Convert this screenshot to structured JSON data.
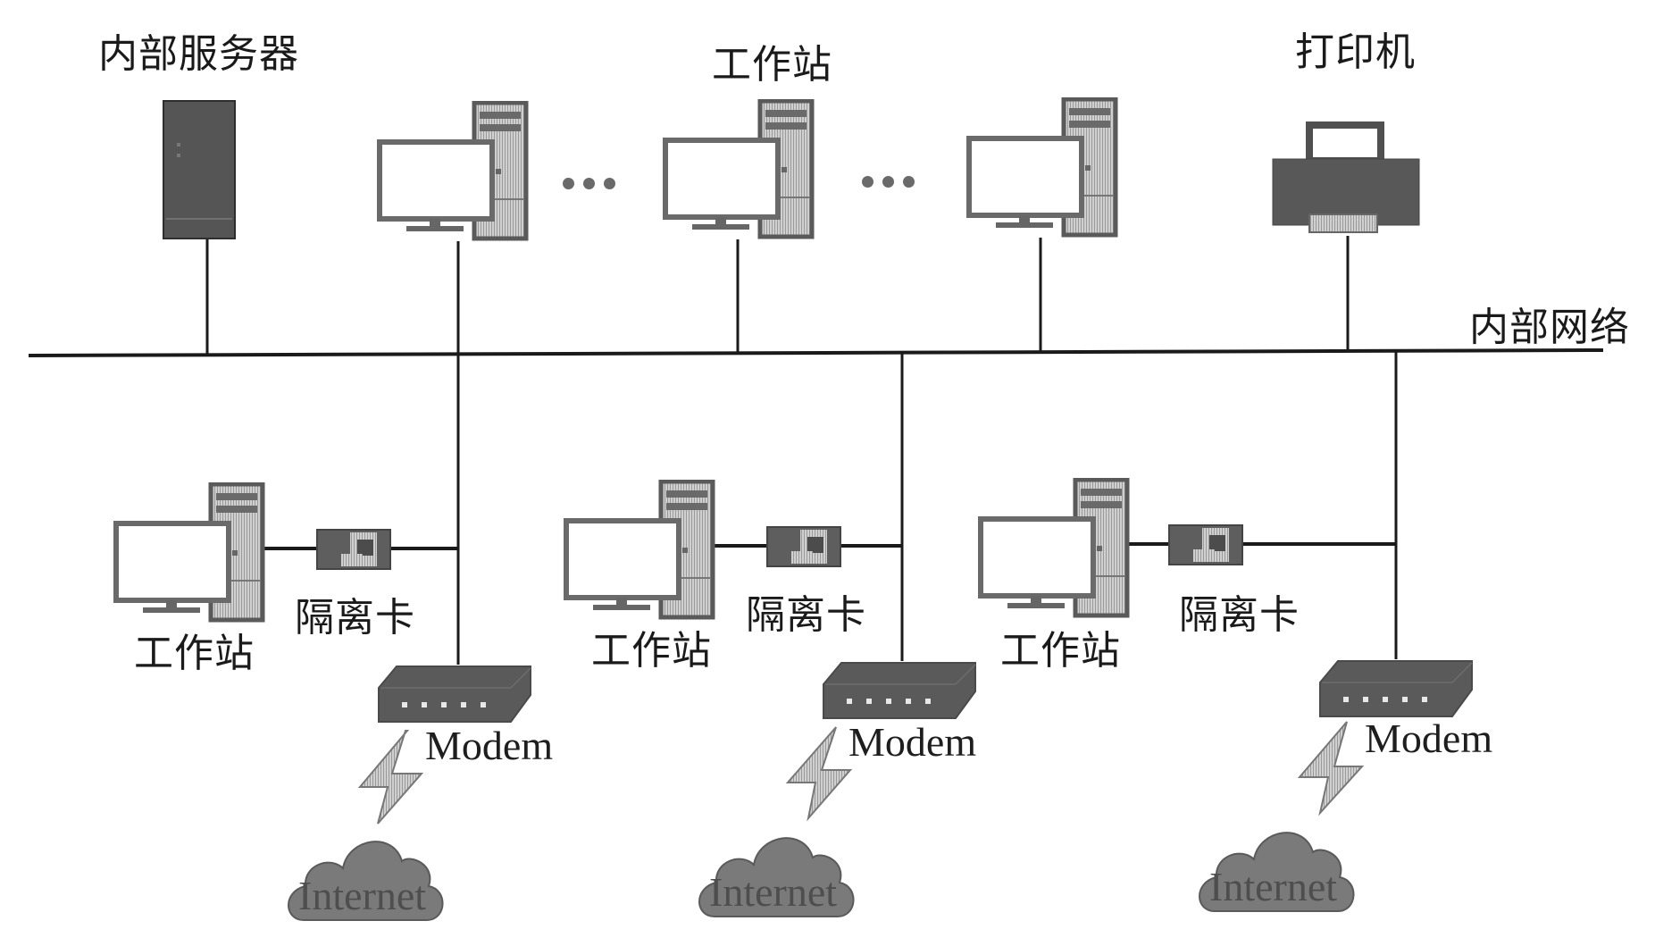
{
  "diagram": {
    "type": "network-topology",
    "title": "",
    "colors": {
      "line": "#1a1a1a",
      "device_dark": "#5a5a5a",
      "device_light": "#c8c8c8",
      "screen": "#ffffff",
      "cloud": "#7a7a7a",
      "bolt": "#7c7c7c"
    },
    "top_row": {
      "server": {
        "label": "内部服务器",
        "icon": "server-tower-icon"
      },
      "workstations_label": "工作站",
      "workstations": [
        {
          "icon": "desktop-computer-icon"
        },
        {
          "icon": "desktop-computer-icon"
        },
        {
          "icon": "desktop-computer-icon"
        }
      ],
      "ellipsis": [
        "•••",
        "•••"
      ],
      "printer": {
        "label": "打印机",
        "icon": "printer-icon"
      }
    },
    "bus": {
      "label": "内部网络"
    },
    "bottom_row": [
      {
        "workstation_label": "工作站",
        "card_label": "隔离卡",
        "modem_label": "Modem",
        "internet_label": "Internet"
      },
      {
        "workstation_label": "工作站",
        "card_label": "隔离卡",
        "modem_label": "Modem",
        "internet_label": "Internet"
      },
      {
        "workstation_label": "工作站",
        "card_label": "隔离卡",
        "modem_label": "Modem",
        "internet_label": "Internet"
      }
    ]
  }
}
